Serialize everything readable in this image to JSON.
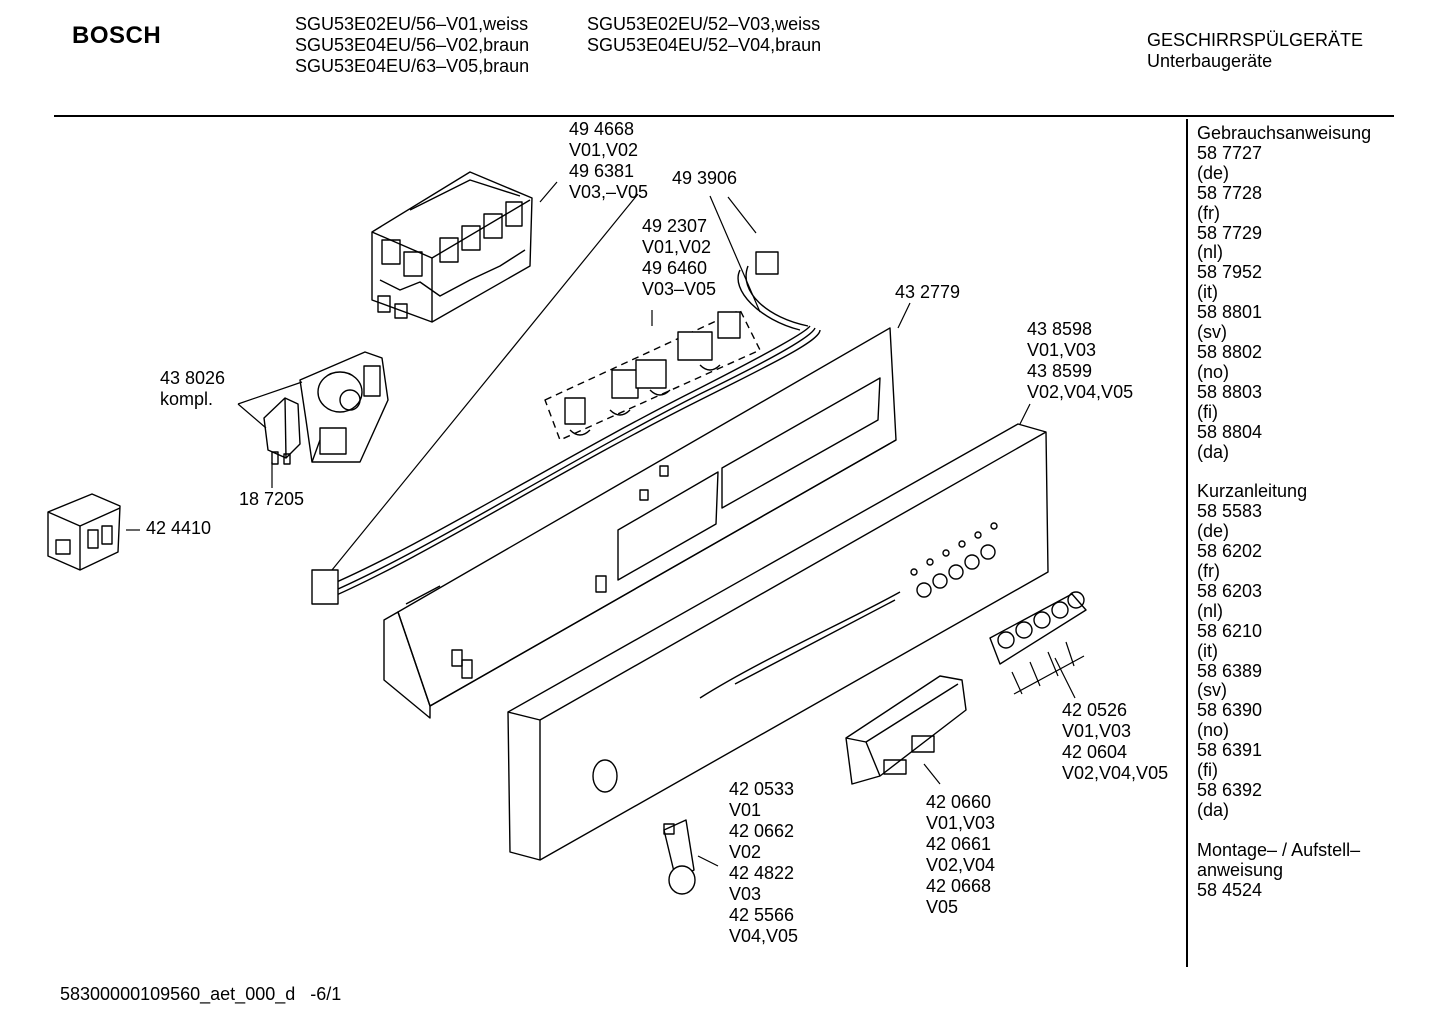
{
  "header": {
    "brand": "BOSCH",
    "models_col1": [
      "SGU53E02EU/56–V01,weiss",
      "SGU53E04EU/56–V02,braun",
      "SGU53E04EU/63–V05,braun"
    ],
    "models_col2": [
      "SGU53E02EU/52–V03,weiss",
      "SGU53E04EU/52–V04,braun"
    ],
    "category": [
      "GESCHIRRSPÜLGERÄTE",
      "Unterbaugeräte"
    ]
  },
  "sidebar": {
    "groups": [
      {
        "lines": [
          "Gebrauchsanweisung",
          "58 7727",
          "(de)",
          "58 7728",
          "(fr)",
          "58 7729",
          "(nl)",
          "58 7952",
          "(it)",
          "58 8801",
          "(sv)",
          "58 8802",
          "(no)",
          "58 8803",
          "(fi)",
          "58 8804",
          "(da)"
        ]
      },
      {
        "lines": [
          "Kurzanleitung",
          "58 5583",
          "(de)",
          "58 6202",
          "(fr)",
          "58 6203",
          "(nl)",
          "58 6210",
          "(it)",
          "58 6389",
          "(sv)",
          "58 6390",
          "(no)",
          "58 6391",
          "(fi)",
          "58 6392",
          "(da)"
        ]
      },
      {
        "lines": [
          "Montage– / Aufstell–",
          "anweisung",
          "58 4524"
        ]
      }
    ]
  },
  "callouts": {
    "module_control": [
      "49 4668",
      "V01,V02",
      "49 6381",
      "V03,–V05"
    ],
    "cable": [
      "49 3906"
    ],
    "connectors": [
      "49 2307",
      "V01,V02",
      "49 6460",
      "V03–V05"
    ],
    "panel_frame": [
      "43 2779"
    ],
    "panel_front": [
      "43 8598",
      "V01,V03",
      "43 8599",
      "V02,V04,V05"
    ],
    "switch": [
      "43 8026",
      "kompl."
    ],
    "microswitch": [
      "18 7205"
    ],
    "relay": [
      "42 4410"
    ],
    "buttons": [
      "42 0526",
      "V01,V03",
      "42 0604",
      "V02,V04,V05"
    ],
    "handle": [
      "42 0660",
      "V01,V03",
      "42 0661",
      "V02,V04",
      "42 0668",
      "V05"
    ],
    "knob": [
      "42 0533",
      "V01",
      "42 0662",
      "V02",
      "42 4822",
      "V03",
      "42 5566",
      "V04,V05"
    ]
  },
  "footer": {
    "doc_id": "58300000109560_aet_000_d",
    "page": "-6/1"
  }
}
